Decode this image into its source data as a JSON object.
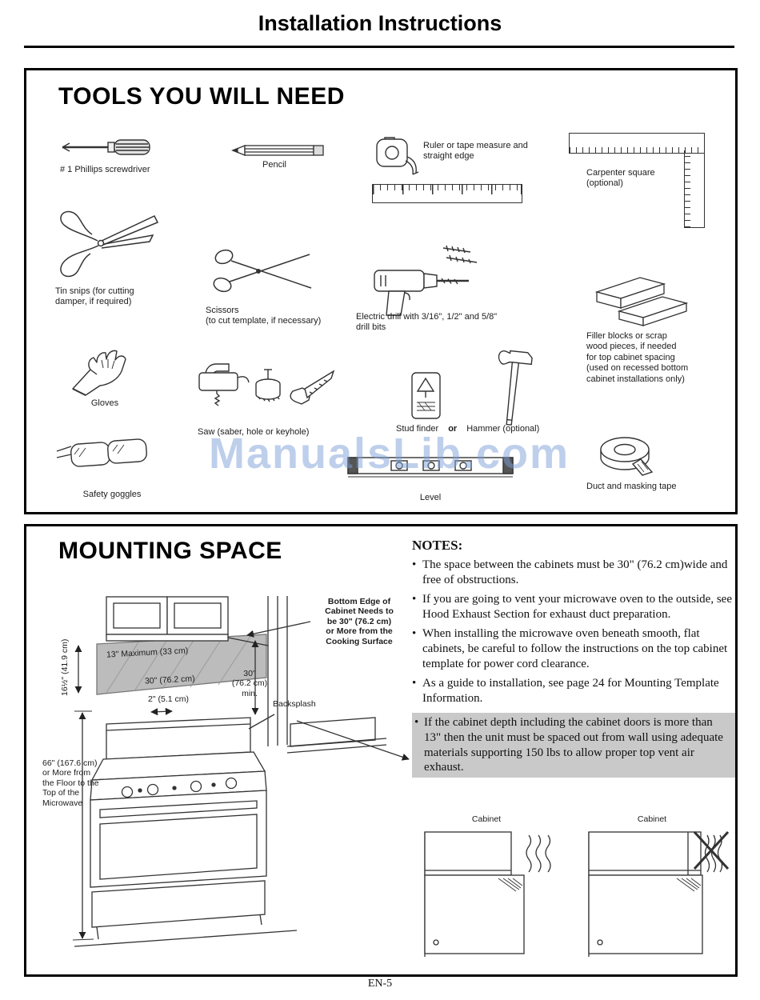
{
  "page": {
    "title": "Installation Instructions",
    "footer": "EN-5",
    "watermark": "ManualsLib.com"
  },
  "tools": {
    "title": "TOOLS YOU WILL NEED",
    "labels": {
      "screwdriver": "# 1 Phillips screwdriver",
      "pencil": "Pencil",
      "ruler_tape": "Ruler or tape measure and\nstraight edge",
      "carpenter_square": "Carpenter square\n(optional)",
      "tin_snips": "Tin snips (for cutting\ndamper, if required)",
      "scissors": "Scissors\n(to cut template, if necessary)",
      "drill": "Electric drill with 3/16\", 1/2\" and 5/8\"\ndrill bits",
      "filler_blocks": "Filler blocks or scrap\nwood pieces, if needed\nfor top cabinet spacing\n(used on recessed bottom\ncabinet installations only)",
      "gloves": "Gloves",
      "saw": "Saw (saber, hole or keyhole)",
      "stud_finder": "Stud finder",
      "or": "or",
      "hammer": "Hammer (optional)",
      "goggles": "Safety goggles",
      "level": "Level",
      "duct_tape": "Duct and masking tape"
    }
  },
  "mounting": {
    "title": "MOUNTING SPACE",
    "notes_title": "NOTES:",
    "notes": [
      "The space between the cabinets must be 30\" (76.2 cm)wide and free of obstructions.",
      "If you are going to vent your microwave oven to the outside, see Hood Exhaust Section for exhaust duct preparation.",
      "When installing the microwave oven beneath smooth, flat cabinets, be careful to follow the instructions on the top cabinet template for power cord clearance.",
      "As a guide to installation, see page 24 for Mounting Template Information."
    ],
    "highlighted_note": "If the cabinet depth including the cabinet doors is more than 13\" then the unit must be spaced out from wall using adequate materials supporting 150 lbs to allow proper top vent air exhaust.",
    "diagram": {
      "bottom_edge": "Bottom Edge of\nCabinet Needs to\nbe 30\" (76.2 cm)\nor More from the\nCooking Surface",
      "max13": "13\" Maximum (33 cm)",
      "w30": "30\" (76.2 cm)",
      "min30": "30\"\n(76.2 cm)\nmin.",
      "gap2": "2\" (5.1 cm)",
      "backsplash": "Backsplash",
      "h16": "16½\" (41.9 cm)",
      "h66": "66\" (167.6 cm)\nor More from\nthe Floor to the\nTop of the\nMicrowave",
      "cabinet_label": "Cabinet"
    }
  }
}
